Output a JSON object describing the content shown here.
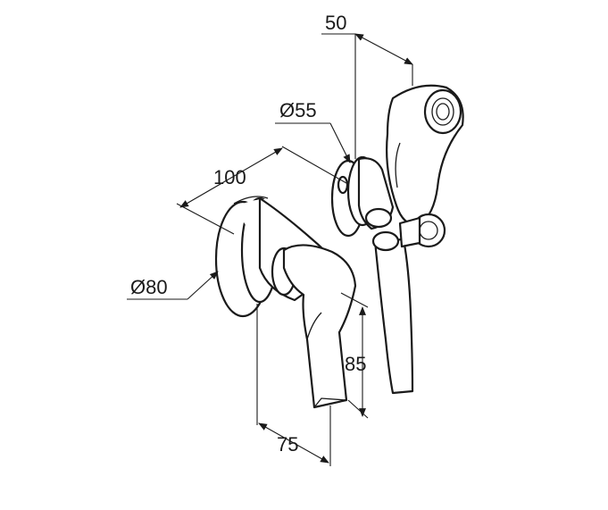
{
  "dimensions": {
    "d50": "50",
    "d55": "Ø55",
    "d100": "100",
    "d80": "Ø80",
    "d85": "85",
    "d75": "75"
  },
  "colors": {
    "line": "#1a1a1a",
    "background": "#ffffff"
  }
}
